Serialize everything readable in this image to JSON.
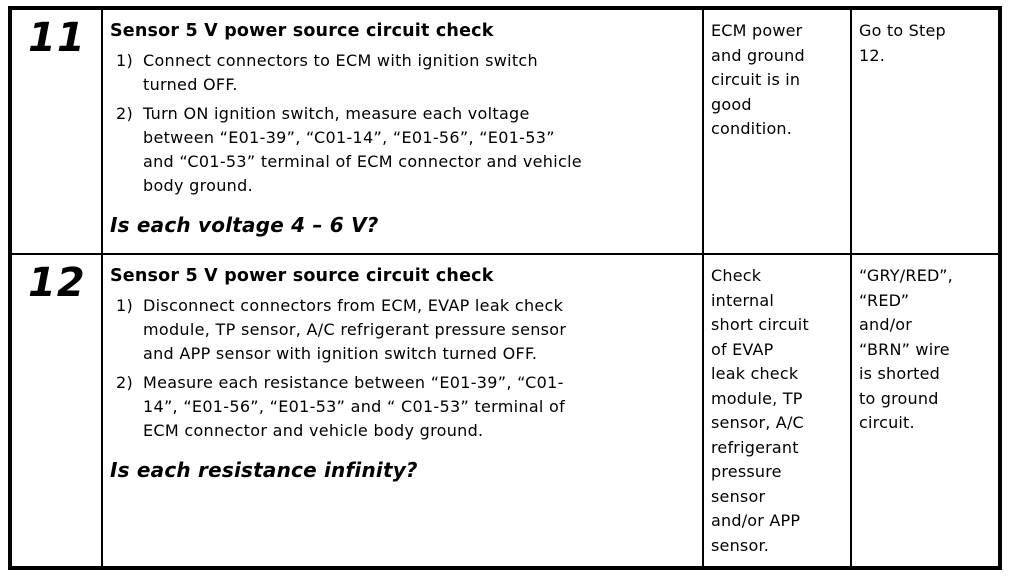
{
  "colors": {
    "background": "#ffffff",
    "text": "#000000",
    "border": "#000000"
  },
  "table": {
    "rows": [
      {
        "step": "11",
        "title": "Sensor 5 V power source circuit check",
        "steps": [
          {
            "marker": "1)",
            "text": "Connect connectors to ECM with ignition switch\nturned OFF."
          },
          {
            "marker": "2)",
            "text": "Turn ON ignition switch, measure each voltage\nbetween “E01-39”, “C01-14”, “E01-56”, “E01-53”\nand “C01-53” terminal of ECM connector and vehicle\nbody ground."
          }
        ],
        "question": "Is each voltage 4 – 6 V?",
        "yes_result": "ECM power\nand ground\ncircuit is in\ngood\ncondition.",
        "no_result": "Go to Step\n12."
      },
      {
        "step": "12",
        "title": "Sensor 5 V power source circuit check",
        "steps": [
          {
            "marker": "1)",
            "text": "Disconnect connectors from ECM, EVAP leak check\nmodule, TP sensor, A/C refrigerant pressure sensor\nand APP sensor with ignition switch turned OFF."
          },
          {
            "marker": "2)",
            "text": "Measure each resistance between “E01-39”, “C01-\n14”, “E01-56”, “E01-53” and “ C01-53” terminal of\nECM connector and vehicle body ground."
          }
        ],
        "question": "Is each resistance infinity?",
        "yes_result": "Check\ninternal\nshort circuit\nof EVAP\nleak check\nmodule, TP\nsensor, A/C\nrefrigerant\npressure\nsensor\nand/or APP\nsensor.",
        "no_result": "“GRY/RED”,\n“RED”\nand/or\n“BRN” wire\nis shorted\nto ground\ncircuit."
      }
    ]
  }
}
